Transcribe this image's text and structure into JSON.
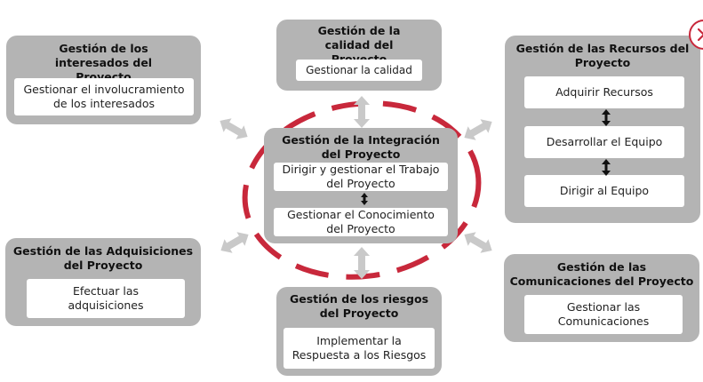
{
  "panels": {
    "interesados": {
      "title": "Gestión de los interesados del Proyecto",
      "processes": [
        "Gestionar el involucramiento de los interesados"
      ]
    },
    "calidad": {
      "title": "Gestión de la calidad del Proyecto",
      "processes": [
        "Gestionar la calidad"
      ]
    },
    "recursos": {
      "title": "Gestión de las Recursos del Proyecto",
      "processes": [
        "Adquirir Recursos",
        "Desarrollar el Equipo",
        "Dirigir al Equipo"
      ]
    },
    "integracion": {
      "title": "Gestión de la Integración del Proyecto",
      "processes": [
        "Dirigir y gestionar el Trabajo del Proyecto",
        "Gestionar el Conocimiento del Proyecto"
      ]
    },
    "adquisiciones": {
      "title": "Gestión de las Adquisiciones del Proyecto",
      "processes": [
        "Efectuar las adquisiciones"
      ]
    },
    "riesgos": {
      "title": "Gestión de los riesgos del Proyecto",
      "processes": [
        "Implementar la Respuesta a los Riesgos"
      ]
    },
    "comunicaciones": {
      "title": "Gestión de las Comunicaciones del Proyecto",
      "processes": [
        "Gestionar las Comunicaciones"
      ]
    }
  },
  "colors": {
    "panel": "#b4b4b4",
    "process_box": "#ffffff",
    "dashed_ring": "#c8283b",
    "connector_arrow": "#c9c9c9",
    "close_icon": "#c8283b"
  },
  "icons": {
    "close": "close-icon",
    "connector": "double-arrow-icon"
  }
}
